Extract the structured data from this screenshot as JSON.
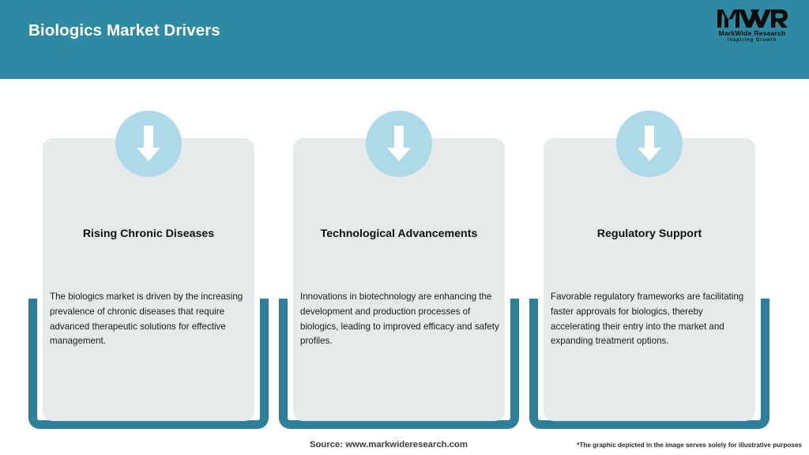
{
  "header": {
    "title": "Biologics Market Drivers",
    "background_color": "#2E89A3",
    "title_color": "#FFFFFF"
  },
  "logo": {
    "mark": "MWR",
    "name": "MarkWide Research",
    "tagline": "Inspiring Growth"
  },
  "theme": {
    "accent_teal": "#2E7F99",
    "card_background": "#E7EAEB",
    "icon_circle": "#ADD9E8",
    "arrow_color": "#FFFFFF",
    "page_background": "#FFFFFF"
  },
  "drivers": [
    {
      "icon": "arrow-down-icon",
      "heading": "Rising Chronic Diseases",
      "body": "The biologics market is driven by the increasing prevalence of chronic diseases that require advanced therapeutic solutions for effective management."
    },
    {
      "icon": "arrow-down-icon",
      "heading": "Technological Advancements",
      "body": "Innovations in biotechnology are enhancing the development and production processes of biologics, leading to improved efficacy and safety profiles."
    },
    {
      "icon": "arrow-down-icon",
      "heading": "Regulatory Support",
      "body": "Favorable regulatory frameworks are facilitating faster approvals for biologics, thereby accelerating their entry into the market and expanding treatment options."
    }
  ],
  "footer": {
    "source": "Source: www.markwideresearch.com",
    "disclaimer": "*The graphic depicted in the image serves solely for illustrative purposes"
  }
}
